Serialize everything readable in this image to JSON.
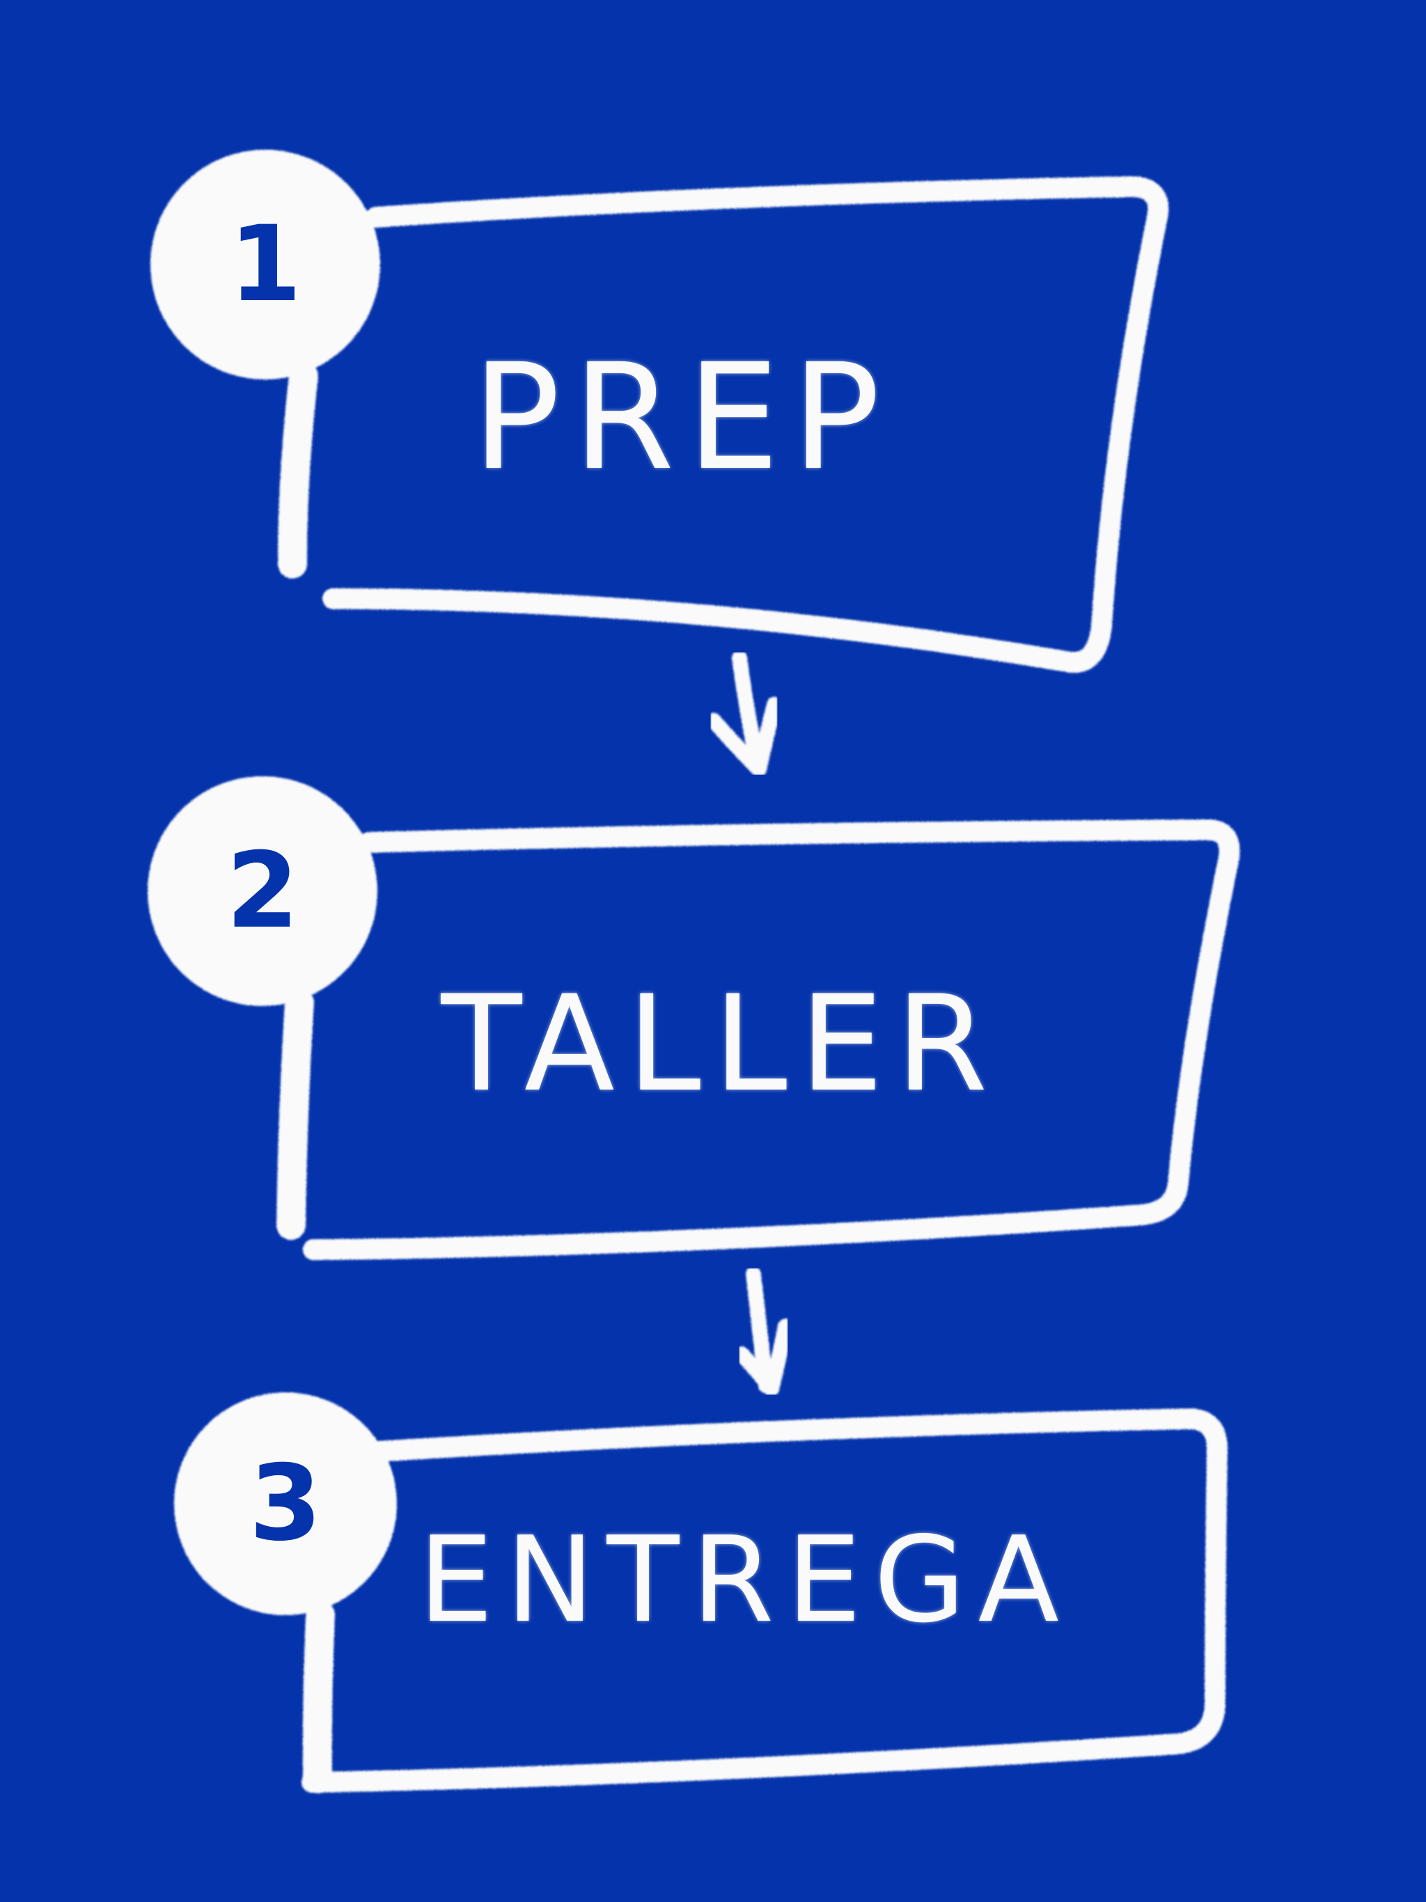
{
  "colors": {
    "background": "#0433ab",
    "chalk": "#fafafa"
  },
  "steps": [
    {
      "number": "1",
      "label": "PREP"
    },
    {
      "number": "2",
      "label": "TALLER"
    },
    {
      "number": "3",
      "label": "ENTREGA"
    }
  ],
  "connectors": [
    {
      "from": "1",
      "to": "2",
      "icon": "arrow-down-icon"
    },
    {
      "from": "2",
      "to": "3",
      "icon": "arrow-down-icon"
    }
  ]
}
